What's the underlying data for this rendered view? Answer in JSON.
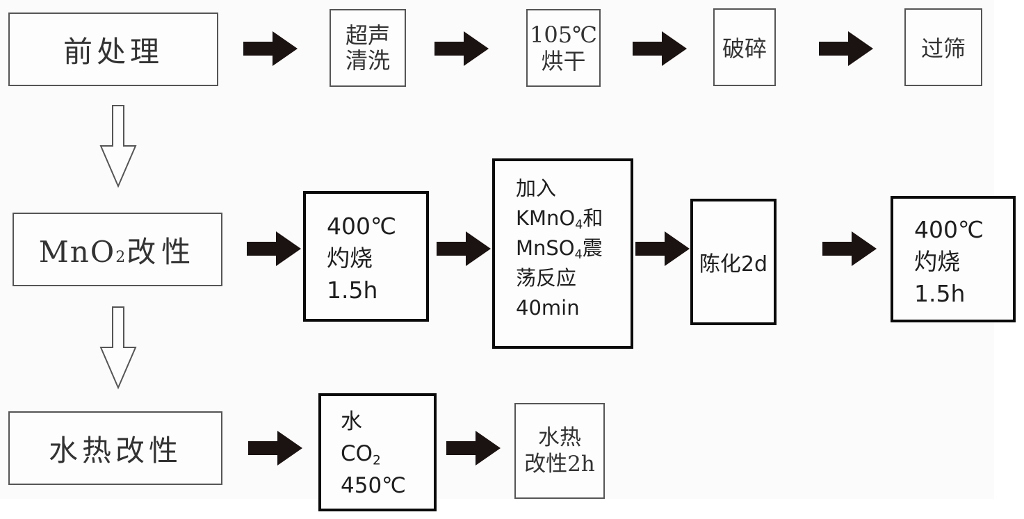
{
  "title": "Process flow diagram",
  "colors": {
    "arrow_fill": "#1a1311",
    "box_border_thin": "#555555",
    "box_border_thick": "#0a0a0a",
    "background": "#fbfbfb"
  },
  "rows": {
    "pretreatment": {
      "label": "前处理",
      "steps": [
        {
          "lines": [
            "超声",
            "清洗"
          ]
        },
        {
          "lines": [
            "105℃",
            "烘干"
          ]
        },
        {
          "lines": [
            "破碎"
          ]
        },
        {
          "lines": [
            "过筛"
          ]
        }
      ]
    },
    "mno2": {
      "label_main": "MnO",
      "label_sub": "2",
      "label_tail": "改性",
      "steps": [
        {
          "lines": [
            "400℃",
            "灼烧",
            "1.5h"
          ]
        },
        {
          "lines": [
            "加入",
            "KMnO|4|和",
            "MnSO|4|震",
            "荡反应",
            "40min"
          ]
        },
        {
          "lines": [
            "陈化2d"
          ]
        },
        {
          "lines": [
            "400℃",
            "灼烧",
            "1.5h"
          ]
        }
      ]
    },
    "hydrothermal": {
      "label": "水热改性",
      "steps": [
        {
          "lines": [
            "水",
            "CO|2|",
            "450℃"
          ]
        },
        {
          "lines": [
            "水热",
            "改性2h"
          ]
        }
      ]
    }
  }
}
